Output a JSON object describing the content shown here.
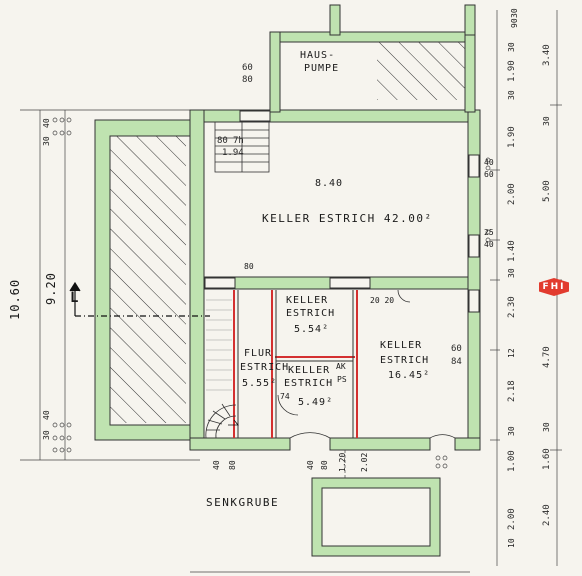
{
  "colors": {
    "wall": "#bfe3b0",
    "wall_stroke": "#333333",
    "red_line": "#d43030",
    "paper": "#f6f4ee",
    "badge": "#e23b2e"
  },
  "rooms": {
    "haus_pumpe_1": "HAUS-",
    "haus_pumpe_2": "PUMPE",
    "main_width": "8.40",
    "main_name": "KELLER ESTRICH 42.00²",
    "keller_small_1": "KELLER",
    "keller_small_2": "ESTRICH",
    "keller_small_area": "5.54²",
    "flur_1": "FLUR",
    "flur_2": "ESTRICH",
    "flur_area": "5.55²",
    "keller_mid_1": "KELLER",
    "keller_mid_2": "ESTRICH",
    "keller_mid_area": "5.49²",
    "keller_right_1": "KELLER",
    "keller_right_2": "ESTRICH",
    "keller_right_area": "16.45²",
    "senkgrube": "SENKGRUBE"
  },
  "dims": {
    "pump_opening_top": "60",
    "pump_opening_bottom": "80",
    "stair_80": "80",
    "stair_7h": "7h",
    "stair_194": "1.94",
    "right_40": "40",
    "right_60": "60",
    "right_25": "25",
    "right_40b": "40",
    "window_60": "60",
    "window_84": "84",
    "door_80": "80",
    "door_74": "74",
    "bottom_40": "40",
    "bottom_80": "80",
    "bottom_40b": "40",
    "bottom_80b": "80",
    "bottom_202": "2.02",
    "bottom_120": "1.20",
    "arrow_2020": "20 20",
    "ak": "AK",
    "ps": "PS",
    "left_1060": "10.60",
    "left_920": "9.20",
    "left_40a": "40",
    "left_30a": "30",
    "left_40b": "40",
    "left_30b": "30",
    "r1_30a": "30",
    "r1_190a": "1.90",
    "r1_30b": "30",
    "r1_190b": "1.90",
    "r1_200": "2.00",
    "r1_140": "1.40",
    "r1_30c": "30",
    "r1_230": "2.30",
    "r1_12": "12",
    "r1_218": "2.18",
    "r1_30d": "30",
    "r1_100": "1.00",
    "r1_200b": "2.00",
    "r1_10": "10",
    "r2_340": "3.40",
    "r2_30": "30",
    "r2_500": "5.00",
    "r2_470": "4.70",
    "r2_30b": "30",
    "r2_160": "1.60",
    "r2_240": "2.40",
    "top_r_30": "30",
    "top_r_90": "90"
  },
  "badge": "FHI",
  "section_marker": "L"
}
